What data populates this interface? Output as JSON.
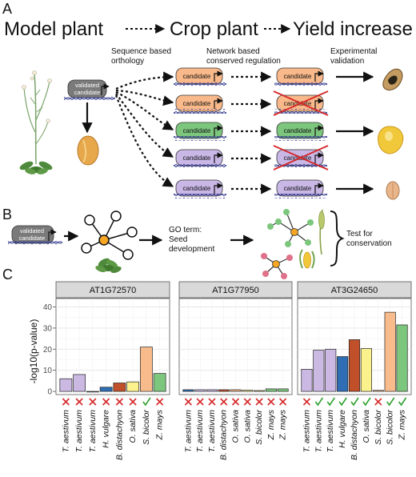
{
  "panel_a": {
    "letter": "A",
    "headline": {
      "model": "Model plant",
      "crop": "Crop plant",
      "yield": "Yield increase"
    },
    "captions": {
      "sequence_line1": "Sequence based",
      "sequence_line2": "orthology",
      "network_line1": "Network based",
      "network_line2": "conserved regulation",
      "validation_line1": "Experimental",
      "validation_line2": "validation"
    },
    "validated_line1": "validated",
    "validated_line2": "candidate",
    "candidate_label": "candidate",
    "colors": {
      "orange": "#F9B98A",
      "green": "#7DC67E",
      "purple": "#C9B7E6",
      "grey": "#7a7a7a",
      "cross": "#d62728"
    }
  },
  "panel_b": {
    "letter": "B",
    "validated_line1": "validated",
    "validated_line2": "candidate",
    "go_line1": "GO term:",
    "go_line2": "Seed",
    "go_line3": "development",
    "test_line1": "Test for",
    "test_line2": "conservation"
  },
  "panel_c": {
    "letter": "C",
    "ylabel": "-log10(p-value)"
  },
  "chart_data": {
    "type": "bar",
    "ylabel": "-log10(p-value)",
    "ylim": [
      0,
      44
    ],
    "yticks": [
      0,
      10,
      20,
      30,
      40
    ],
    "grid": true,
    "categories": [
      "T. aestivum",
      "T. aestivum",
      "T. aestivum",
      "H. vulgare",
      "B. distachyon",
      "O. sativa",
      "S. bicolor",
      "Z. mays"
    ],
    "category_colors": [
      "#CBB9E4",
      "#CBB9E4",
      "#CBB9E4",
      "#2F6DB5",
      "#C0502A",
      "#FBF28E",
      "#F8BC8C",
      "#7DC67E"
    ],
    "panels": [
      {
        "title": "AT1G72570",
        "categories": [
          "T. aestivum",
          "T. aestivum",
          "T. aestivum",
          "H. vulgare",
          "B. distachyon",
          "O. sativa",
          "S. bicolor",
          "Z. mays"
        ],
        "values": [
          6,
          8,
          0,
          2,
          4,
          4.5,
          21,
          8.5
        ],
        "colors": [
          "#CBB9E4",
          "#CBB9E4",
          "#CBB9E4",
          "#2F6DB5",
          "#C0502A",
          "#FBF28E",
          "#F8BC8C",
          "#7DC67E"
        ],
        "markers": [
          "x",
          "x",
          "x",
          "x",
          "x",
          "x",
          "check",
          "x"
        ]
      },
      {
        "title": "AT1G77950",
        "categories": [
          "T. aestivum",
          "T. aestivum",
          "T. aestivum",
          "B. distachyon",
          "O. sativa",
          "O. sativa",
          "S. bicolor",
          "Z. mays",
          "Z. mays"
        ],
        "values": [
          0.8,
          0.8,
          0.8,
          0.8,
          0.8,
          0.6,
          0.4,
          1.2,
          1.2
        ],
        "colors": [
          "#2F6DB5",
          "#CBB9E4",
          "#CBB9E4",
          "#C0502A",
          "#F8BC8C",
          "#FBF28E",
          "#FBF28E",
          "#7DC67E",
          "#7DC67E"
        ],
        "markers": [
          "x",
          "x",
          "x",
          "x",
          "x",
          "x",
          "x",
          "x",
          "x"
        ]
      },
      {
        "title": "AT3G24650",
        "categories": [
          "T. aestivum",
          "T. aestivum",
          "T. aestivum",
          "H. vulgare",
          "B. distachyon",
          "O. sativa",
          "S. bicolor",
          "S. bicolor",
          "Z. mays"
        ],
        "values": [
          10.5,
          19.5,
          20,
          16.5,
          24.5,
          20.3,
          0.5,
          37.5,
          31.5
        ],
        "colors": [
          "#CBB9E4",
          "#CBB9E4",
          "#CBB9E4",
          "#2F6DB5",
          "#C0502A",
          "#FBF28E",
          "#F8BC8C",
          "#F8BC8C",
          "#7DC67E"
        ],
        "markers": [
          "x",
          "check",
          "check",
          "check",
          "check",
          "check",
          "x",
          "check",
          "check"
        ]
      }
    ]
  }
}
